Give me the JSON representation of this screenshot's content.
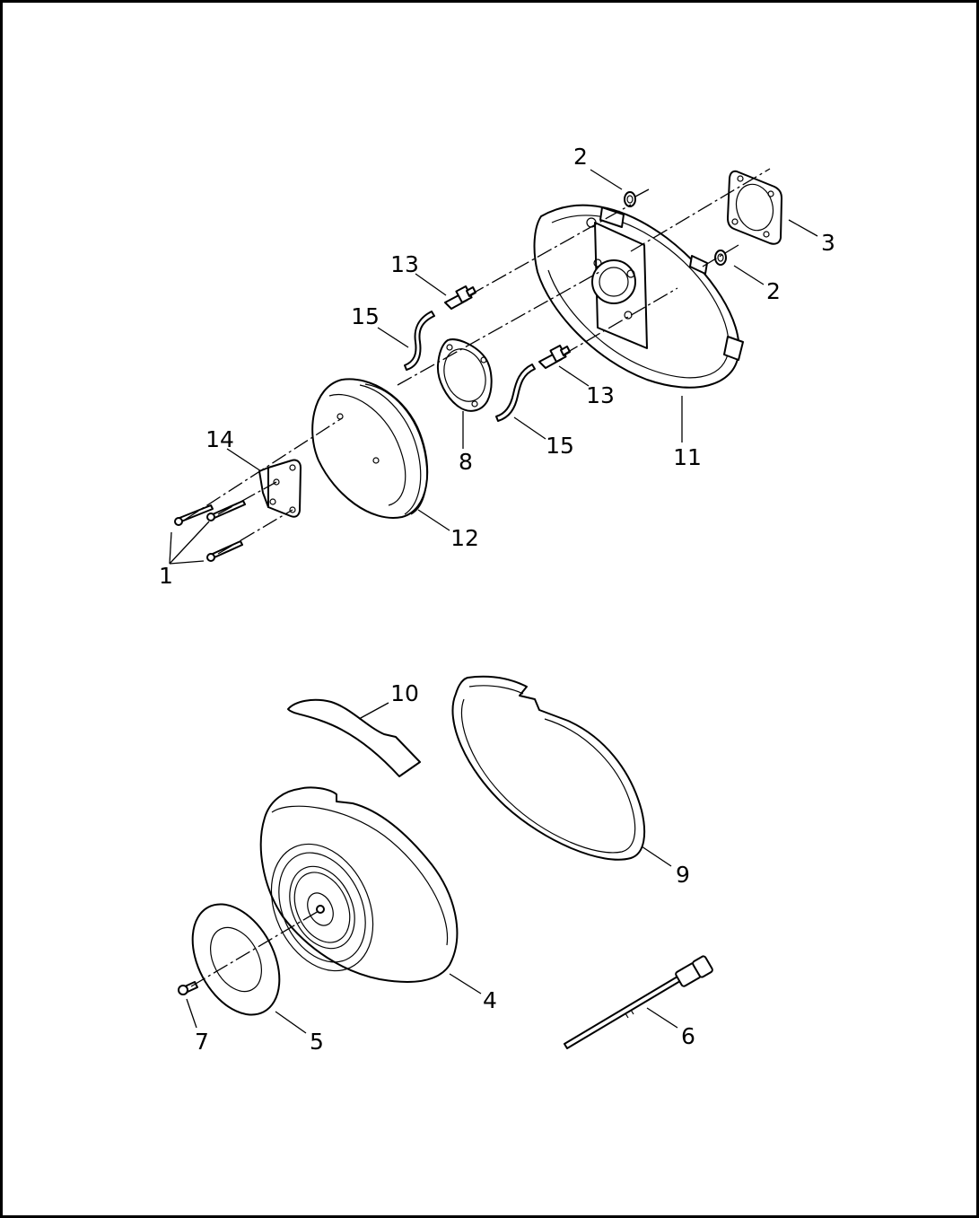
{
  "callouts": {
    "c1": "1",
    "c2a": "2",
    "c2b": "2",
    "c3": "3",
    "c4": "4",
    "c5": "5",
    "c6": "6",
    "c7": "7",
    "c8": "8",
    "c9": "9",
    "c10": "10",
    "c11": "11",
    "c12": "12",
    "c13a": "13",
    "c13b": "13",
    "c14": "14",
    "c15a": "15",
    "c15b": "15"
  }
}
